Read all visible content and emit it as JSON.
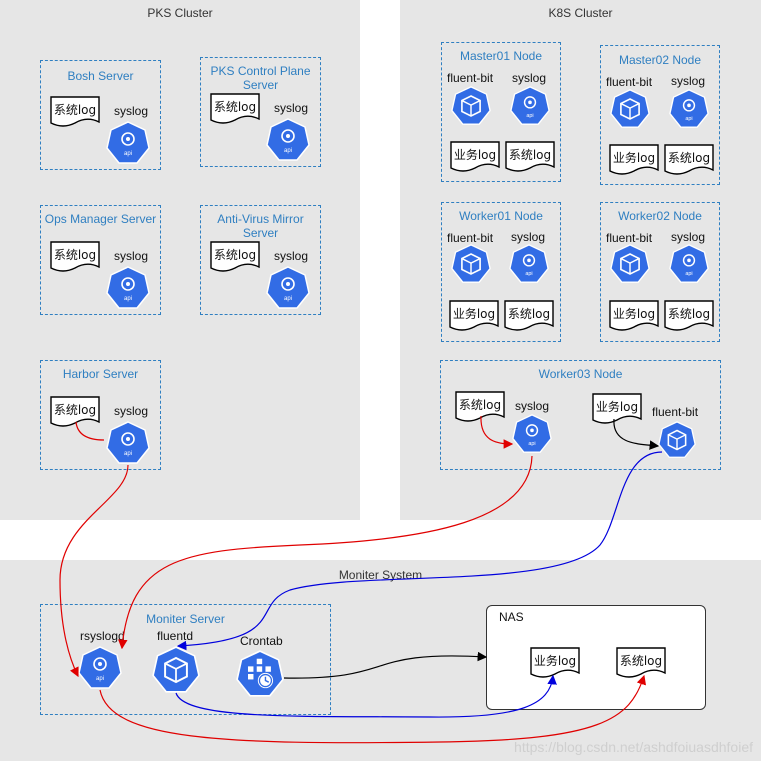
{
  "clusters": {
    "pks": "PKS Cluster",
    "k8s": "K8S Cluster",
    "monitor": "Moniter System"
  },
  "nodes": {
    "bosh": "Bosh Server",
    "pks_cp": "PKS Control Plane\nServer",
    "ops": "Ops Manager Server",
    "av": "Anti-Virus Mirror\nServer",
    "harbor": "Harbor Server",
    "master01": "Master01 Node",
    "master02": "Master02 Node",
    "worker01": "Worker01 Node",
    "worker02": "Worker02 Node",
    "worker03": "Worker03 Node",
    "moniter_server": "Moniter Server",
    "nas": "NAS"
  },
  "labels": {
    "syslog": "syslog",
    "fluent_bit": "fluent-bit",
    "rsyslogd": "rsyslogd",
    "fluentd": "fluentd",
    "crontab": "Crontab"
  },
  "docs": {
    "syslog_doc": "系统log",
    "biz_doc": "业务log"
  },
  "icon_text": {
    "api": "api"
  },
  "icons": {
    "kube_api": "kubernetes-api-icon",
    "cube": "cube-icon",
    "cron": "crontab-icon",
    "document": "document-icon"
  },
  "colors": {
    "icon_blue": "#326ce5",
    "node_border": "#2f7fc1",
    "cluster_bg": "#e6e6e6",
    "arrow_red": "#e00000",
    "arrow_blue": "#0000dd",
    "arrow_black": "#000000"
  },
  "watermark": "https://blog.csdn.net/ashdfoiuasdhfoief"
}
